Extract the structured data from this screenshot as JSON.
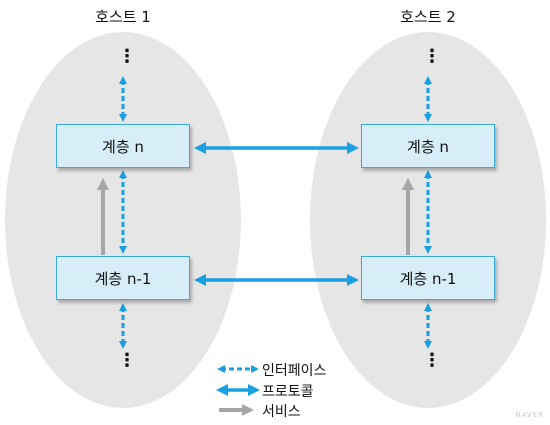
{
  "hosts": [
    {
      "title": "호스트 1",
      "layer_top": "계층 n",
      "layer_bottom": "계층 n-1"
    },
    {
      "title": "호스트 2",
      "layer_top": "계층 n",
      "layer_bottom": "계층 n-1"
    }
  ],
  "ellipsis": "⋮",
  "legend": {
    "interface": "인터페이스",
    "protocol": "프로토콜",
    "service": "서비스"
  },
  "watermark": "NAVER",
  "colors": {
    "ellipse": "#e6e6e6",
    "box_fill": "#d7eef9",
    "box_border": "#3aa9dc",
    "blue_arrow": "#1a9fe0",
    "gray_arrow": "#a6a6a6"
  }
}
